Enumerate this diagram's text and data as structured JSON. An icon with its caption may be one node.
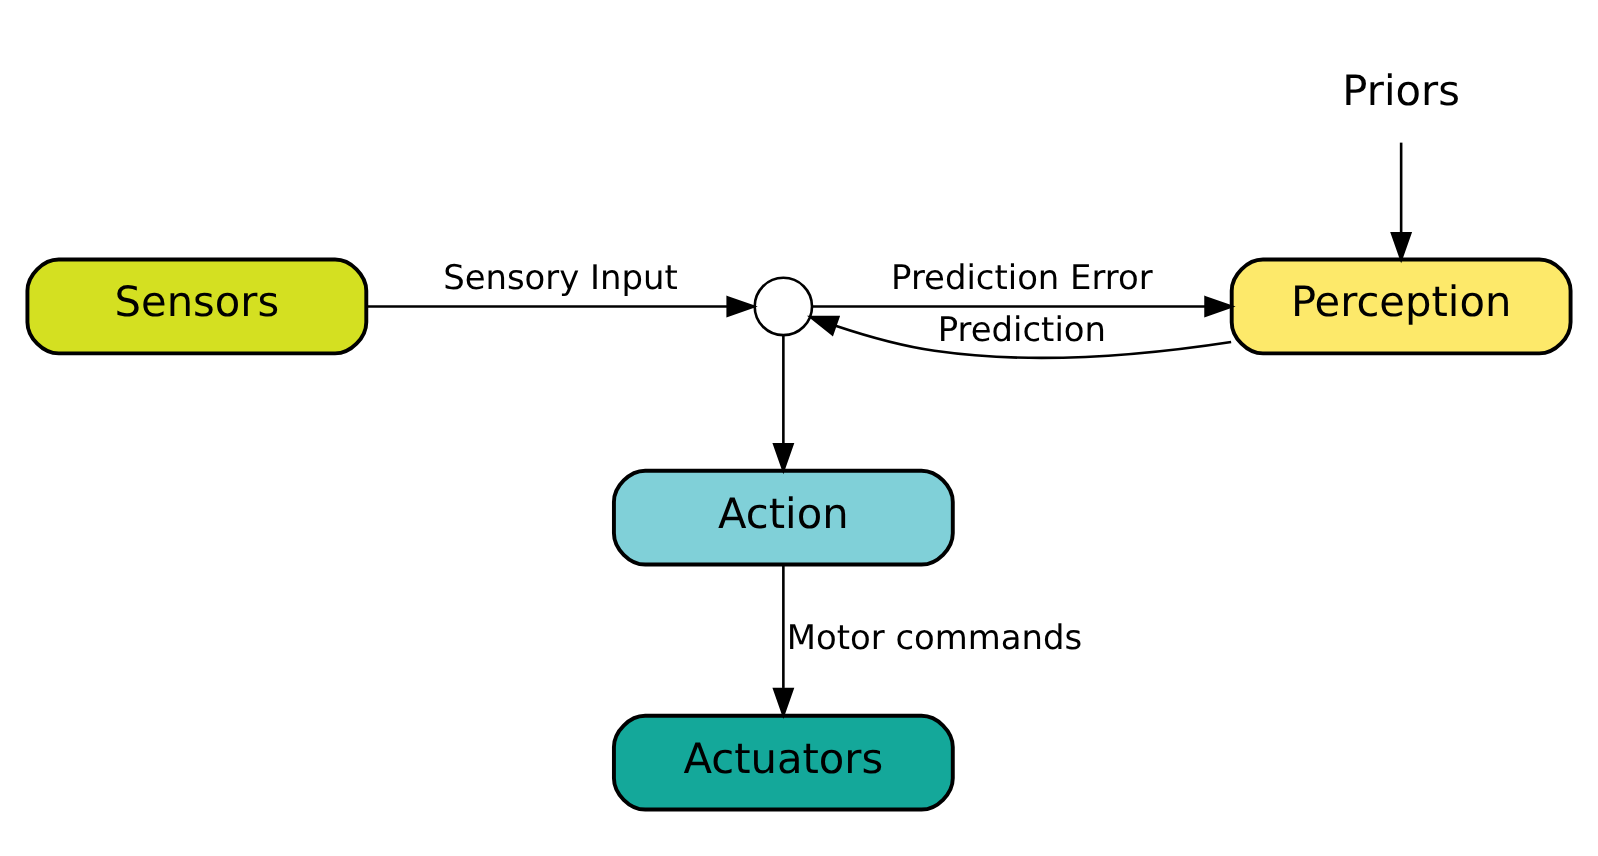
{
  "diagram": {
    "nodes": [
      {
        "text": [
          "Sensors"
        ]
      },
      {
        "text": [],
        "shape": "circle"
      },
      {
        "text": [
          "Perception"
        ]
      },
      {
        "text": [
          "Priors"
        ]
      },
      {
        "text": [
          "Action"
        ]
      },
      {
        "text": [
          "Actuators"
        ]
      }
    ],
    "edges": [
      {
        "from": 0,
        "to": 1,
        "arrow": "to",
        "label": "Sensory Input"
      },
      {
        "from": 2,
        "to": 1,
        "arrow": "to",
        "label": "Prediction"
      },
      {
        "from": 1,
        "to": 2,
        "arrow": "to",
        "label": "Prediction Error"
      },
      {
        "from": 1,
        "to": 4,
        "arrow": "to"
      },
      {
        "from": 3,
        "to": 2,
        "arrow": "to"
      },
      {
        "from": 4,
        "to": 5,
        "arrow": "to",
        "label": "Motor commands"
      }
    ]
  }
}
